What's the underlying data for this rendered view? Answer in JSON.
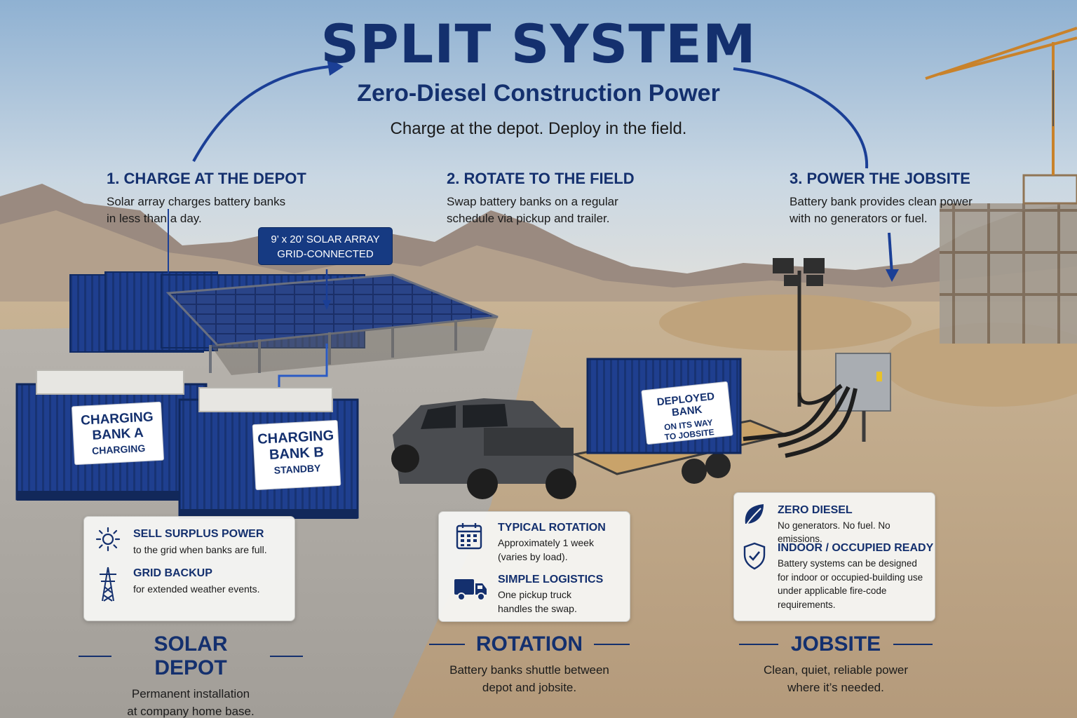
{
  "header": {
    "title": "SPLIT SYSTEM",
    "subtitle": "Zero-Diesel Construction Power",
    "tagline": "Charge at the depot. Deploy in the field."
  },
  "steps": [
    {
      "heading": "1. CHARGE AT THE DEPOT",
      "lines": [
        "Solar array charges battery banks",
        "in less than a day."
      ]
    },
    {
      "heading": "2. ROTATE TO THE FIELD",
      "lines": [
        "Swap battery banks on a regular",
        "schedule via pickup and trailer."
      ]
    },
    {
      "heading": "3. POWER THE JOBSITE",
      "lines": [
        "Battery bank provides clean power",
        "with no generators or fuel."
      ]
    }
  ],
  "solar_label": {
    "line1": "9’ x 20’ SOLAR ARRAY",
    "line2": "GRID-CONNECTED"
  },
  "containers": {
    "bank_a": {
      "line1": "CHARGING",
      "line2": "BANK A",
      "line3": "CHARGING"
    },
    "bank_b": {
      "line1": "CHARGING",
      "line2": "BANK B",
      "line3": "STANDBY"
    },
    "deployed": {
      "line1": "DEPLOYED BANK",
      "line2": "ON ITS WAY",
      "line3": "TO JOBSITE"
    }
  },
  "cards": {
    "depot": [
      {
        "icon": "sun-icon",
        "heading": "SELL SURPLUS POWER",
        "text": "to the grid when banks are full."
      },
      {
        "icon": "transmission-tower-icon",
        "heading": "GRID BACKUP",
        "text": "for extended weather events."
      }
    ],
    "rotation": [
      {
        "icon": "calendar-icon",
        "heading": "TYPICAL ROTATION",
        "lines": [
          "Approximately 1 week",
          "(varies by load)."
        ]
      },
      {
        "icon": "truck-icon",
        "heading": "SIMPLE LOGISTICS",
        "lines": [
          "One pickup truck",
          "handles the swap."
        ]
      }
    ],
    "jobsite": [
      {
        "icon": "leaf-icon",
        "heading": "ZERO DIESEL",
        "lines": [
          "No generators. No fuel. No emissions."
        ]
      },
      {
        "icon": "shield-check-icon",
        "heading": "INDOOR / OCCUPIED READY",
        "lines": [
          "Battery systems can be designed",
          "for indoor or occupied-building use",
          "under applicable fire-code",
          "requirements."
        ]
      }
    ]
  },
  "sections": [
    {
      "title": "SOLAR DEPOT",
      "lines": [
        "Permanent installation",
        "at company home base."
      ]
    },
    {
      "title": "ROTATION",
      "lines": [
        "Battery banks shuttle between",
        "depot and jobsite."
      ]
    },
    {
      "title": "JOBSITE",
      "lines": [
        "Clean, quiet, reliable power",
        "where it’s needed."
      ]
    }
  ],
  "colors": {
    "brand_navy": "#14306e",
    "container_blue": "#1f3f8f",
    "panel_blue": "#1d3470"
  }
}
